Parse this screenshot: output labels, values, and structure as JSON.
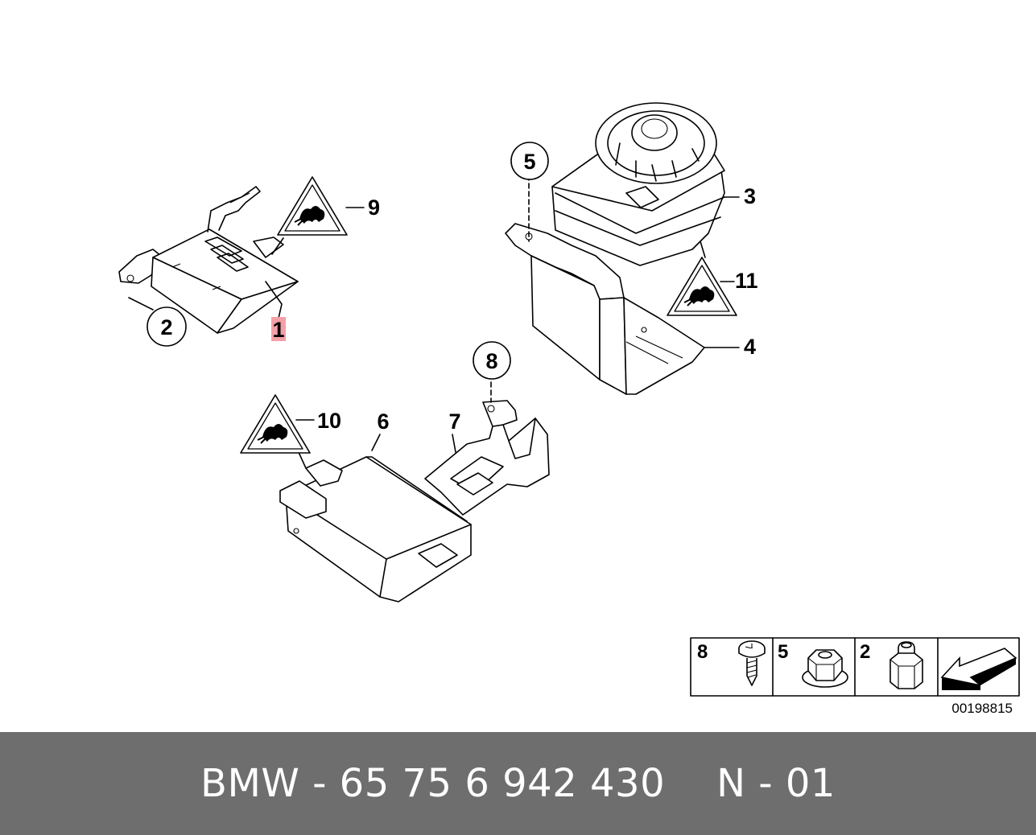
{
  "callouts": {
    "p1": "1",
    "p2": "2",
    "p3": "3",
    "p4": "4",
    "p5": "5",
    "p6": "6",
    "p7": "7",
    "p8": "8",
    "p9": "9",
    "p10": "10",
    "p11": "11"
  },
  "highlight_color": "#f4a0a8",
  "legend": {
    "item_a": "8",
    "item_b": "5",
    "item_c": "2"
  },
  "image_number": "00198815",
  "footer": {
    "part": "BMW - 65 75 6 942 430",
    "position": "N - 01"
  }
}
